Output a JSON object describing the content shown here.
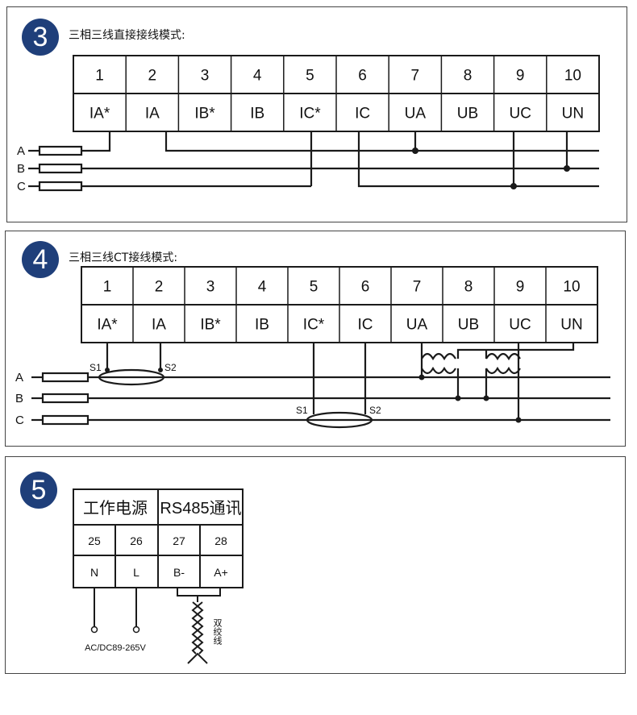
{
  "panel3": {
    "badge": "3",
    "title": "三相三线直接接线模式:",
    "terminals": [
      "1",
      "2",
      "3",
      "4",
      "5",
      "6",
      "7",
      "8",
      "9",
      "10"
    ],
    "labels": [
      "IA*",
      "IA",
      "IB*",
      "IB",
      "IC*",
      "IC",
      "UA",
      "UB",
      "UC",
      "UN"
    ],
    "phases": [
      "A",
      "B",
      "C"
    ]
  },
  "panel4": {
    "badge": "4",
    "title": "三相三线CT接线模式:",
    "terminals": [
      "1",
      "2",
      "3",
      "4",
      "5",
      "6",
      "7",
      "8",
      "9",
      "10"
    ],
    "labels": [
      "IA*",
      "IA",
      "IB*",
      "IB",
      "IC*",
      "IC",
      "UA",
      "UB",
      "UC",
      "UN"
    ],
    "phases": [
      "A",
      "B",
      "C"
    ],
    "ct_labels": [
      "S1",
      "S2"
    ]
  },
  "panel5": {
    "badge": "5",
    "power_header": "工作电源",
    "rs485_header": "RS485通讯",
    "terminals": [
      "25",
      "26",
      "27",
      "28"
    ],
    "labels": [
      "N",
      "L",
      "B-",
      "A+"
    ],
    "supply_label": "AC/DC89-265V",
    "twisted_pair_label": "双绞线"
  },
  "colors": {
    "badge": "#1f3f7a",
    "line": "#1a1a1a"
  }
}
